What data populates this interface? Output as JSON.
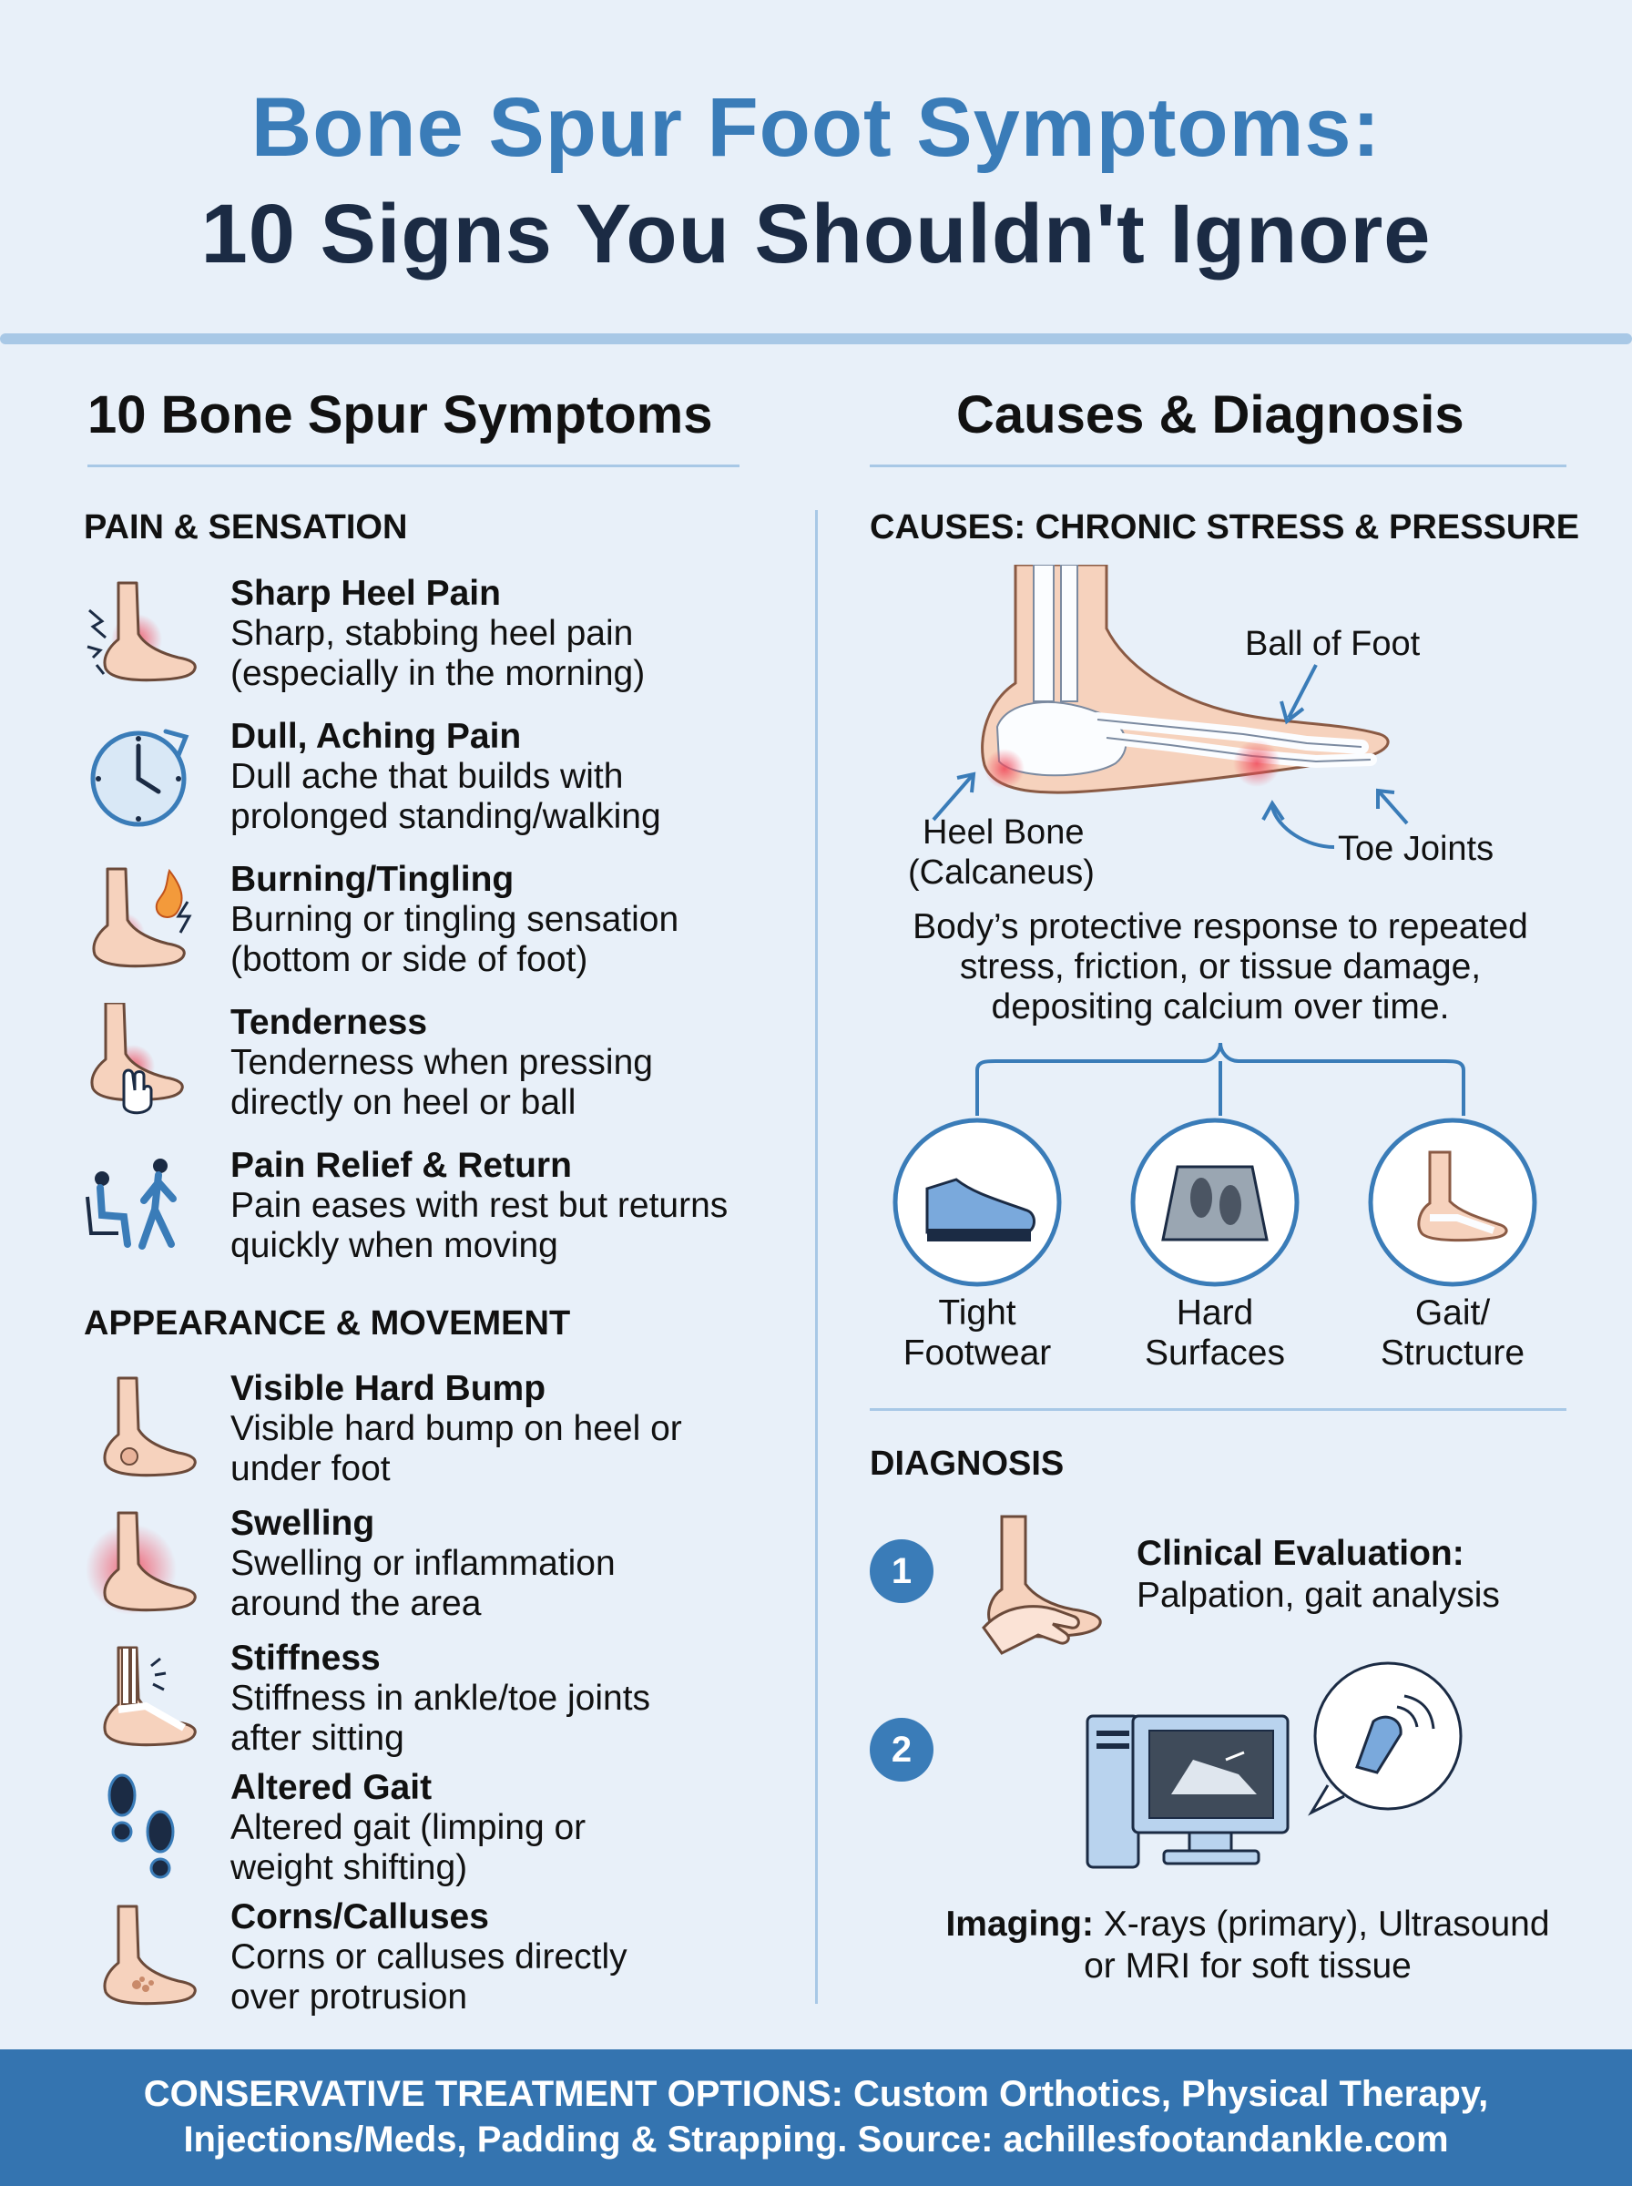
{
  "header": {
    "title_line1": "Bone Spur Foot Symptoms:",
    "title_line2": "10 Signs You Shouldn't Ignore"
  },
  "left": {
    "title": "10 Bone Spur Symptoms",
    "section1": "PAIN & SENSATION",
    "section2": "APPEARANCE & MOVEMENT",
    "symptoms": [
      {
        "title": "Sharp Heel Pain",
        "line1": "Sharp, stabbing heel pain",
        "line2": "(especially in the morning)",
        "icon": "heel-pain-icon"
      },
      {
        "title": "Dull, Aching Pain",
        "line1": "Dull ache that builds with",
        "line2": "prolonged standing/walking",
        "icon": "clock-icon"
      },
      {
        "title": "Burning/Tingling",
        "line1": "Burning or tingling sensation",
        "line2": "(bottom or side of foot)",
        "icon": "burning-foot-icon"
      },
      {
        "title": "Tenderness",
        "line1": "Tenderness when pressing",
        "line2": "directly on heel or ball",
        "icon": "pressing-finger-icon"
      },
      {
        "title": "Pain Relief & Return",
        "line1": "Pain eases with rest but returns",
        "line2": "quickly when moving",
        "icon": "sit-walk-icon"
      },
      {
        "title": "Visible Hard Bump",
        "line1": "Visible hard bump on heel or",
        "line2": "under foot",
        "icon": "bump-foot-icon"
      },
      {
        "title": "Swelling",
        "line1": "Swelling or inflammation",
        "line2": "around the area",
        "icon": "swollen-foot-icon"
      },
      {
        "title": "Stiffness",
        "line1": "Stiffness in ankle/toe joints",
        "line2": "after sitting",
        "icon": "stiff-joint-icon"
      },
      {
        "title": "Altered Gait",
        "line1": "Altered gait (limping or",
        "line2": "weight shifting)",
        "icon": "footprints-icon"
      },
      {
        "title": "Corns/Calluses",
        "line1": "Corns or calluses directly",
        "line2": "over protrusion",
        "icon": "callus-foot-icon"
      }
    ]
  },
  "right": {
    "title": "Causes & Diagnosis",
    "causes_label": "CAUSES: CHRONIC STRESS & PRESSURE",
    "diagram": {
      "ball": "Ball of Foot",
      "heel1": "Heel Bone",
      "heel2": "(Calcaneus)",
      "toe": "Toe Joints"
    },
    "para": [
      "Body’s protective response to repeated",
      "stress, friction, or tissue damage,",
      "depositing calcium over time."
    ],
    "causes": [
      {
        "line1": "Tight",
        "line2": "Footwear",
        "icon": "shoe-icon"
      },
      {
        "line1": "Hard",
        "line2": "Surfaces",
        "icon": "footprint-surface-icon"
      },
      {
        "line1": "Gait/",
        "line2": "Structure",
        "icon": "foot-skeleton-icon"
      }
    ],
    "diagnosis_label": "DIAGNOSIS",
    "steps": [
      {
        "number": "1",
        "bold": "Clinical Evaluation:",
        "text": "Palpation, gait analysis"
      },
      {
        "number": "2",
        "bold": "Imaging:",
        "text": " X-rays (primary), Ultrasound",
        "line2": "or MRI for soft tissue"
      }
    ]
  },
  "footer": {
    "line1": "CONSERVATIVE TREATMENT OPTIONS: Custom Orthotics, Physical Therapy,",
    "line2": "Injections/Meds, Padding & Strapping. Source: achillesfootandankle.com"
  },
  "colors": {
    "accent": "#3a7cb8",
    "dark": "#1b2b44",
    "rule": "#a8c8e6",
    "footer": "#3474b0",
    "skin": "#f6d2bd",
    "pain": "#ef5d6a"
  }
}
